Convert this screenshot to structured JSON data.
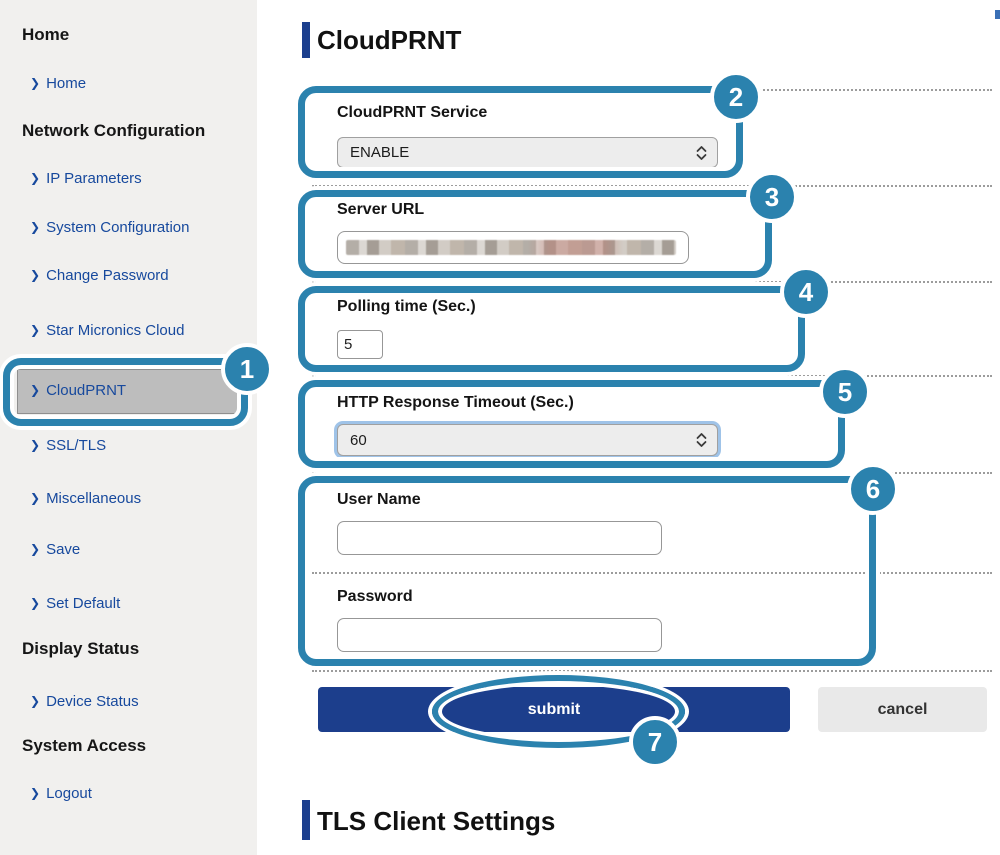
{
  "page": {
    "title": "CloudPRNT",
    "section2_title": "TLS Client Settings"
  },
  "sidebar": {
    "sections": [
      {
        "heading": "Home",
        "items": [
          {
            "label": "Home",
            "active": false
          }
        ]
      },
      {
        "heading": "Network Configuration",
        "items": [
          {
            "label": "IP Parameters",
            "active": false
          },
          {
            "label": "System Configuration",
            "active": false
          },
          {
            "label": "Change Password",
            "active": false
          },
          {
            "label": "Star Micronics Cloud",
            "active": false
          },
          {
            "label": "CloudPRNT",
            "active": true
          },
          {
            "label": "SSL/TLS",
            "active": false
          },
          {
            "label": "Miscellaneous",
            "active": false
          },
          {
            "label": "Save",
            "active": false
          },
          {
            "label": "Set Default",
            "active": false
          }
        ]
      },
      {
        "heading": "Display Status",
        "items": [
          {
            "label": "Device Status",
            "active": false
          }
        ]
      },
      {
        "heading": "System Access",
        "items": [
          {
            "label": "Logout",
            "active": false
          }
        ]
      }
    ]
  },
  "form": {
    "fields": [
      {
        "label": "CloudPRNT Service",
        "type": "select",
        "value": "ENABLE"
      },
      {
        "label": "Server URL",
        "type": "text",
        "value": "",
        "redacted": true
      },
      {
        "label": "Polling time (Sec.)",
        "type": "text",
        "value": "5"
      },
      {
        "label": "HTTP Response Timeout (Sec.)",
        "type": "select",
        "value": "60",
        "focused": true
      },
      {
        "label": "User Name",
        "type": "text",
        "value": "",
        "placeholder": ""
      },
      {
        "label": "Password",
        "type": "password",
        "value": "",
        "placeholder": ""
      }
    ],
    "submit_label": "submit",
    "cancel_label": "cancel"
  },
  "callouts": {
    "n1": "1",
    "n2": "2",
    "n3": "3",
    "n4": "4",
    "n5": "5",
    "n6": "6",
    "n7": "7"
  },
  "icons": {
    "chevron_right": "❯"
  },
  "colors": {
    "callout_blue": "#2b82ae",
    "submit_navy": "#1c3e8c",
    "link_blue": "#17499d",
    "heading_bar_navy": "#1c3f8e",
    "sidebar_bg": "#f1f0ee",
    "active_item_gray": "#bdbdbd",
    "select_bg": "#ededed",
    "cancel_bg": "#e9e9e9",
    "dashed_line_gray": "#9c9c9c"
  }
}
